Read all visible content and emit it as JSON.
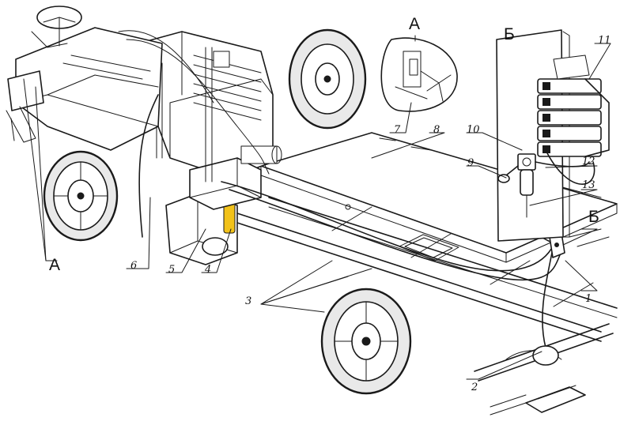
{
  "callouts": {
    "n1": "1",
    "n2": "2",
    "n3": "3",
    "n4": "4",
    "n5": "5",
    "n6": "6",
    "n7": "7",
    "n8": "8",
    "n9": "9",
    "n10": "10",
    "n11": "11",
    "n12": "12",
    "n13": "13"
  },
  "views": {
    "a_left": "А",
    "a_inset": "А",
    "b_inset": "Б",
    "b_right": "Б"
  },
  "colors": {
    "ink": "#1a1a1a",
    "highlight": "#f2c21a"
  }
}
